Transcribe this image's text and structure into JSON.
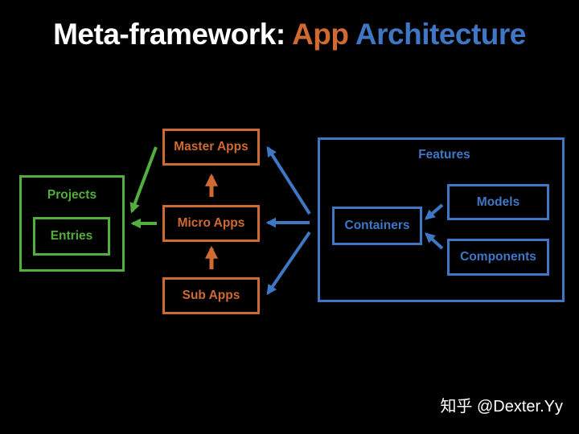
{
  "title": {
    "part1": "Meta-framework: ",
    "part2": "App",
    "part3": " Architecture"
  },
  "colors": {
    "green": "#52ae3d",
    "orange": "#d06a33",
    "blue": "#3f77c4",
    "background": "#000000"
  },
  "nodes": {
    "projects": "Projects",
    "entries": "Entries",
    "master_apps": "Master Apps",
    "micro_apps": "Micro Apps",
    "sub_apps": "Sub Apps",
    "features": "Features",
    "containers": "Containers",
    "models": "Models",
    "components": "Components"
  },
  "edges": [
    {
      "from": "Master Apps",
      "to": "Entries",
      "color": "green"
    },
    {
      "from": "Micro Apps",
      "to": "Entries",
      "color": "green"
    },
    {
      "from": "Micro Apps",
      "to": "Master Apps",
      "color": "orange"
    },
    {
      "from": "Sub Apps",
      "to": "Micro Apps",
      "color": "orange"
    },
    {
      "from": "Features",
      "to": "Master Apps",
      "color": "blue"
    },
    {
      "from": "Features",
      "to": "Micro Apps",
      "color": "blue"
    },
    {
      "from": "Features",
      "to": "Sub Apps",
      "color": "blue"
    },
    {
      "from": "Models",
      "to": "Containers",
      "color": "blue"
    },
    {
      "from": "Components",
      "to": "Containers",
      "color": "blue"
    }
  ],
  "watermark": "知乎 @Dexter.Yy"
}
